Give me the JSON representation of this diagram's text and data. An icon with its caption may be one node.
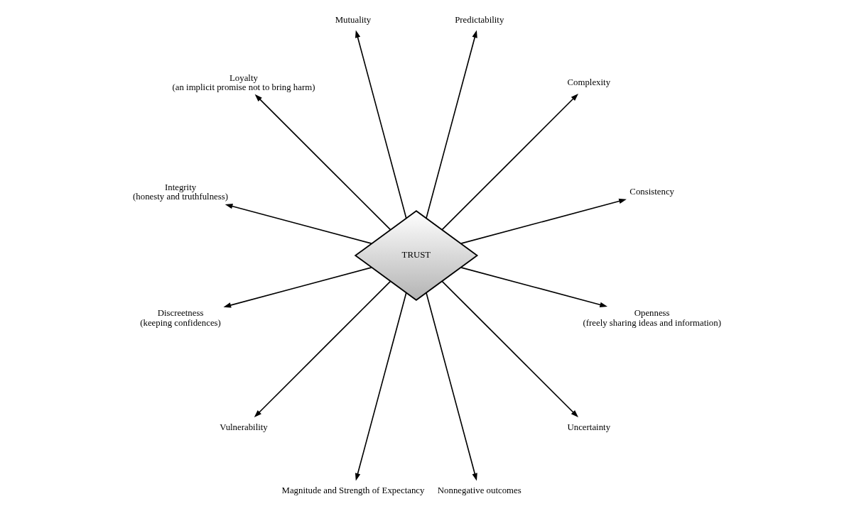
{
  "diagram": {
    "nodes": [
      {
        "text": [
          "TRUST"
        ]
      },
      {
        "text": [
          "Consistency"
        ]
      },
      {
        "text": [
          "Complexity"
        ]
      },
      {
        "text": [
          "Predictability"
        ]
      },
      {
        "text": [
          "Mutuality"
        ]
      },
      {
        "text": [
          "Loyalty",
          "(an implicit promise not to bring harm)"
        ]
      },
      {
        "text": [
          "Integrity",
          "(honesty and truthfulness)"
        ]
      },
      {
        "text": [
          "Discreetness",
          "(keeping confidences)"
        ]
      },
      {
        "text": [
          "Vulnerability"
        ]
      },
      {
        "text": [
          "Magnitude and Strength of Expectancy"
        ]
      },
      {
        "text": [
          "Nonnegative outcomes"
        ]
      },
      {
        "text": [
          "Uncertainty"
        ]
      },
      {
        "text": [
          "Openness",
          "(freely sharing ideas and information)"
        ]
      }
    ],
    "edges": [
      {
        "from": 0,
        "to": 1,
        "arrow": "to"
      },
      {
        "from": 0,
        "to": 3,
        "arrow": "to"
      },
      {
        "from": 0,
        "to": 5,
        "arrow": "to"
      },
      {
        "from": 0,
        "to": 7,
        "arrow": "to"
      },
      {
        "from": 0,
        "to": 9,
        "arrow": "to"
      },
      {
        "from": 0,
        "to": 11,
        "arrow": "to"
      },
      {
        "from": 0,
        "to": 12,
        "arrow": "to"
      },
      {
        "from": 0,
        "to": 10,
        "arrow": "to"
      },
      {
        "from": 0,
        "to": 8,
        "arrow": "to"
      },
      {
        "from": 0,
        "to": 6,
        "arrow": "to"
      },
      {
        "from": 0,
        "to": 4,
        "arrow": "to"
      },
      {
        "from": 0,
        "to": 2,
        "arrow": "to"
      }
    ]
  }
}
